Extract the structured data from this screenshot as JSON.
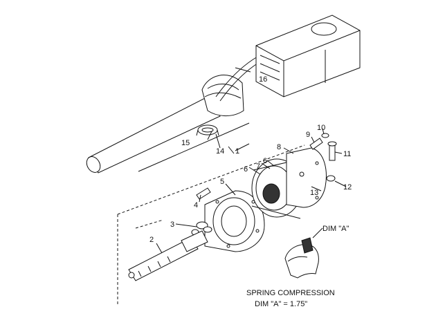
{
  "callouts": {
    "c1": "1",
    "c2": "2",
    "c3": "3",
    "c4": "4",
    "c5": "5",
    "c6a": "6",
    "c6b": "6",
    "c7": "7",
    "c8": "8",
    "c9": "9",
    "c10": "10",
    "c11": "11",
    "c12": "12",
    "c13": "13",
    "c14": "14",
    "c15": "15",
    "c16": "16"
  },
  "dim_label": "DIM \"A\"",
  "caption": {
    "line1": "SPRING COMPRESSION",
    "line2": "DIM \"A\" = 1.75\""
  }
}
